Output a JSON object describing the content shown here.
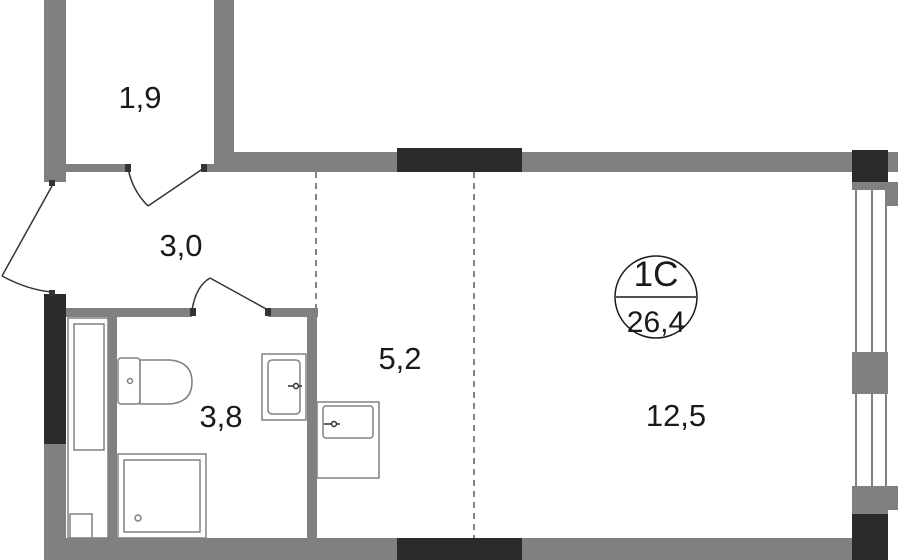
{
  "rooms": [
    {
      "id": "storage",
      "area": "1,9"
    },
    {
      "id": "hallway",
      "area": "3,0"
    },
    {
      "id": "bathroom",
      "area": "3,8"
    },
    {
      "id": "kitchen",
      "area": "5,2"
    },
    {
      "id": "living",
      "area": "12,5"
    }
  ],
  "apartment": {
    "type": "1С",
    "total_area": "26,4"
  },
  "colors": {
    "wall": "#808080",
    "wall_dark": "#2b2b2b",
    "line": "#333333",
    "fixture_fill": "#ffffff"
  }
}
